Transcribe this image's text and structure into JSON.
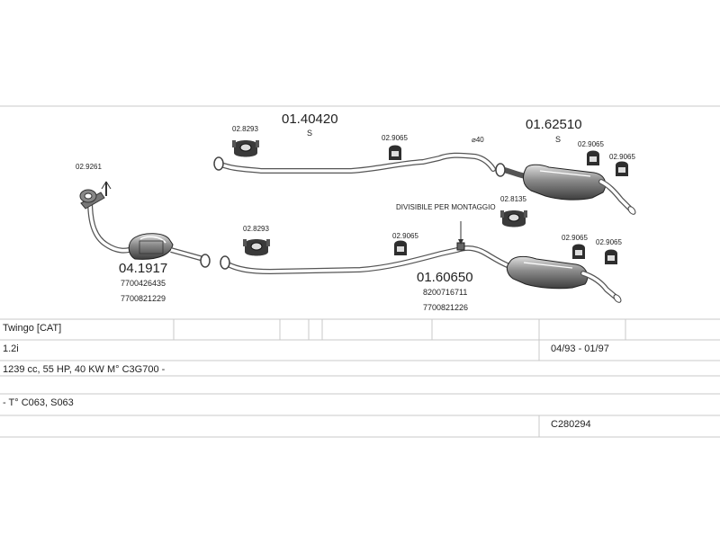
{
  "diagram": {
    "parts": {
      "cat_code": "04.1917",
      "cat_ref1": "7700426435",
      "cat_ref2": "7700821229",
      "front_pipe_hanger": "02.9261",
      "center_upper_code": "01.40420",
      "center_upper_s": "S",
      "clamp_a": "02.8293",
      "hanger_upper": "02.9065",
      "diameter": "⌀40",
      "rear_upper_code": "01.62510",
      "rear_upper_s": "S",
      "rear_hanger_1": "02.9065",
      "rear_hanger_2": "02.9065",
      "divisible_note": "DIVISIBILE PER MONTAGGIO",
      "clamp_b": "02.8135",
      "clamp_c": "02.8293",
      "hanger_lower": "02.9065",
      "center_lower_code": "01.60650",
      "center_lower_ref1": "8200716711",
      "center_lower_ref2": "7700821226",
      "rear_hanger_3": "02.9065",
      "rear_hanger_4": "02.9065"
    }
  },
  "table": {
    "rows": [
      {
        "left": "Twingo  [CAT]",
        "right": ""
      },
      {
        "left": "1.2i",
        "right": "04/93 - 01/97"
      },
      {
        "left": "1239 cc, 55 HP, 40 KW M° C3G700 -",
        "right": ""
      },
      {
        "left": "",
        "right": ""
      },
      {
        "left": "- T° C063, S063",
        "right": ""
      },
      {
        "left": "",
        "right": "C280294"
      }
    ]
  },
  "colors": {
    "line": "#555555",
    "part_fill": "#9a9a9a",
    "part_dark": "#3a3a3a",
    "rule": "#c8c8c8"
  }
}
